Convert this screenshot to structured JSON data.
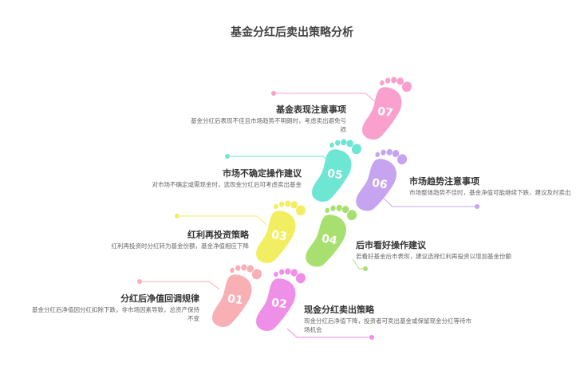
{
  "title": "基金分红后卖出策略分析",
  "steps": [
    {
      "num": "01",
      "color": "#f9b0b4",
      "heading": "分红后净值回调规律",
      "desc": "基金分红后净值因分红扣除下跌，非市场因素导致，总资产保持不变"
    },
    {
      "num": "02",
      "color": "#ee8fe8",
      "heading": "现金分红卖出策略",
      "desc": "现金分红后净值下降，投资者可卖出基金或保留现金分红等待市场机会"
    },
    {
      "num": "03",
      "color": "#f2ee62",
      "heading": "红利再投资策略",
      "desc": "红利再投资时分红转为基金份额，基金净值相应下降"
    },
    {
      "num": "04",
      "color": "#a8e070",
      "heading": "后市看好操作建议",
      "desc": "若看好基金后市表现，建议选择红利再投资以增加基金份额"
    },
    {
      "num": "05",
      "color": "#6ee6d4",
      "heading": "市场不确定操作建议",
      "desc": "对市场不确定或需现金时，选现金分红后可考虑卖出基金"
    },
    {
      "num": "06",
      "color": "#c7a4ef",
      "heading": "市场趋势注意事项",
      "desc": "市场整体趋势不佳时，基金净值可能继续下跌，建议及时卖出"
    },
    {
      "num": "07",
      "color": "#f9a0cc",
      "heading": "基金表现注意事项",
      "desc": "基金分红后表现不佳且市场趋势不明朗时，考虑卖出避免亏损"
    }
  ]
}
